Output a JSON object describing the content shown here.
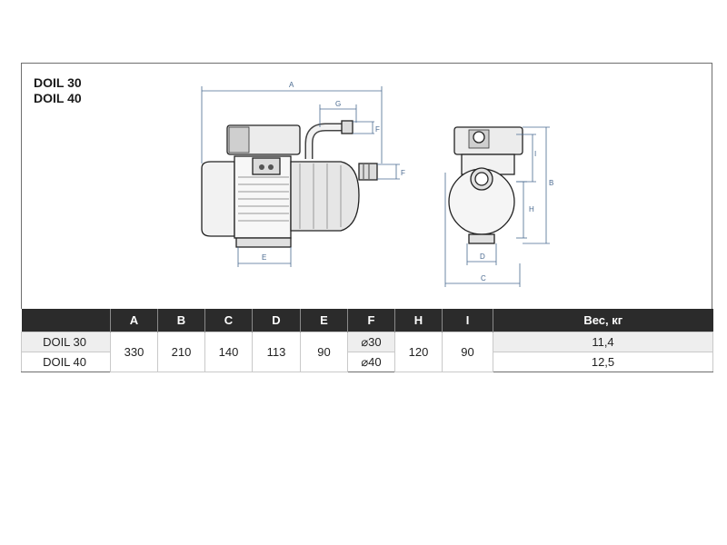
{
  "models": [
    "DOIL 30",
    "DOIL 40"
  ],
  "drawing": {
    "side_labels": {
      "A": "A",
      "G": "G",
      "F_top": "F",
      "F_side": "F",
      "E": "E"
    },
    "front_labels": {
      "I": "I",
      "B": "B",
      "H": "H",
      "D": "D",
      "C": "C"
    }
  },
  "table": {
    "headers": [
      "",
      "A",
      "B",
      "C",
      "D",
      "E",
      "F",
      "H",
      "I",
      "Вес, кг"
    ],
    "rows": [
      {
        "model": "DOIL 30",
        "f": "⌀30",
        "weight": "11,4"
      },
      {
        "model": "DOIL 40",
        "f": "⌀40",
        "weight": "12,5"
      }
    ],
    "shared": {
      "A": "330",
      "B": "210",
      "C": "140",
      "D": "113",
      "E": "90",
      "H": "120",
      "I": "90"
    }
  },
  "colors": {
    "dimension": "#4a6a90",
    "header_bg": "#2b2b2b",
    "stripe": "#eeeeee"
  }
}
